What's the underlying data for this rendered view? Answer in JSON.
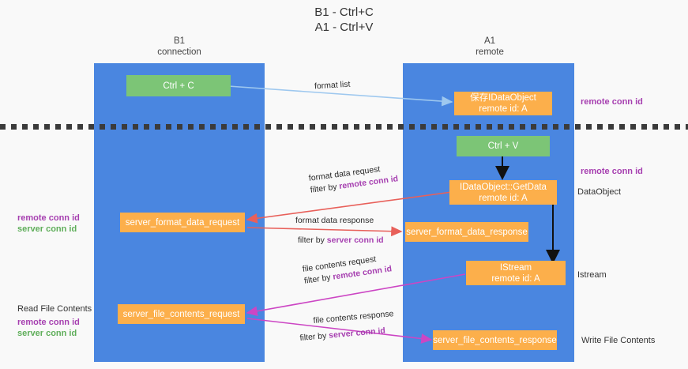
{
  "title": {
    "line1": "B1 - Ctrl+C",
    "line2": "A1 - Ctrl+V"
  },
  "columns": [
    {
      "name": "b1",
      "head_line1": "B1",
      "head_line2": "connection"
    },
    {
      "name": "a1",
      "head_line1": "A1",
      "head_line2": "remote"
    }
  ],
  "boxes": {
    "ctrl_c": "Ctrl + C",
    "ctrl_v": "Ctrl + V",
    "store_idataobject": "保存IDataObject\nremote id: A",
    "idataobject_getdata": "IDataObject::GetData\nremote id: A",
    "server_format_data_request": "server_format_data_request",
    "server_format_data_response": "server_format_data_response",
    "istream": "IStream\nremote id: A",
    "server_file_contents_request": "server_file_contents_request",
    "server_file_contents_response": "server_file_contents_response"
  },
  "right_labels": {
    "remote_conn_id_top": "remote conn id",
    "remote_conn_id_mid": "remote conn id",
    "dataobject": "DataObject",
    "istream": "Istream",
    "write_file_contents": "Write File Contents"
  },
  "left_labels": {
    "group1": {
      "remote": "remote conn id",
      "server": "server conn id"
    },
    "read_file_contents": "Read File Contents",
    "group2": {
      "remote": "remote conn id",
      "server": "server conn id"
    }
  },
  "edges": [
    {
      "name": "format-list",
      "plain": "format list",
      "filter_prefix": "",
      "filter_value": "",
      "color": "#9ec8ef"
    },
    {
      "name": "format-data-request",
      "plain": "format data request",
      "filter_prefix": "filter by ",
      "filter_value": "remote conn id",
      "color": "#e8605a"
    },
    {
      "name": "format-data-response",
      "plain": "format data response",
      "filter_prefix": "filter by ",
      "filter_value": "server conn id",
      "color": "#e8605a"
    },
    {
      "name": "file-contents-request",
      "plain": "file contents request",
      "filter_prefix": "filter by ",
      "filter_value": "remote conn id",
      "color": "#c githubd"
    },
    {
      "name": "file-contents-response",
      "plain": "file contents response",
      "filter_prefix": "filter by ",
      "filter_value": "server conn id",
      "color": "#cc46c4"
    }
  ],
  "colors": {
    "column_blue": "#4a86e0",
    "box_green": "#7cc576",
    "box_orange": "#fcaf4b",
    "accent_purple": "#a63fb0",
    "accent_green": "#5fae5a",
    "arrow_red": "#e8605a",
    "arrow_magenta": "#cc46c4",
    "arrow_lightblue": "#9ec8ef",
    "background": "#f9f9f9"
  }
}
